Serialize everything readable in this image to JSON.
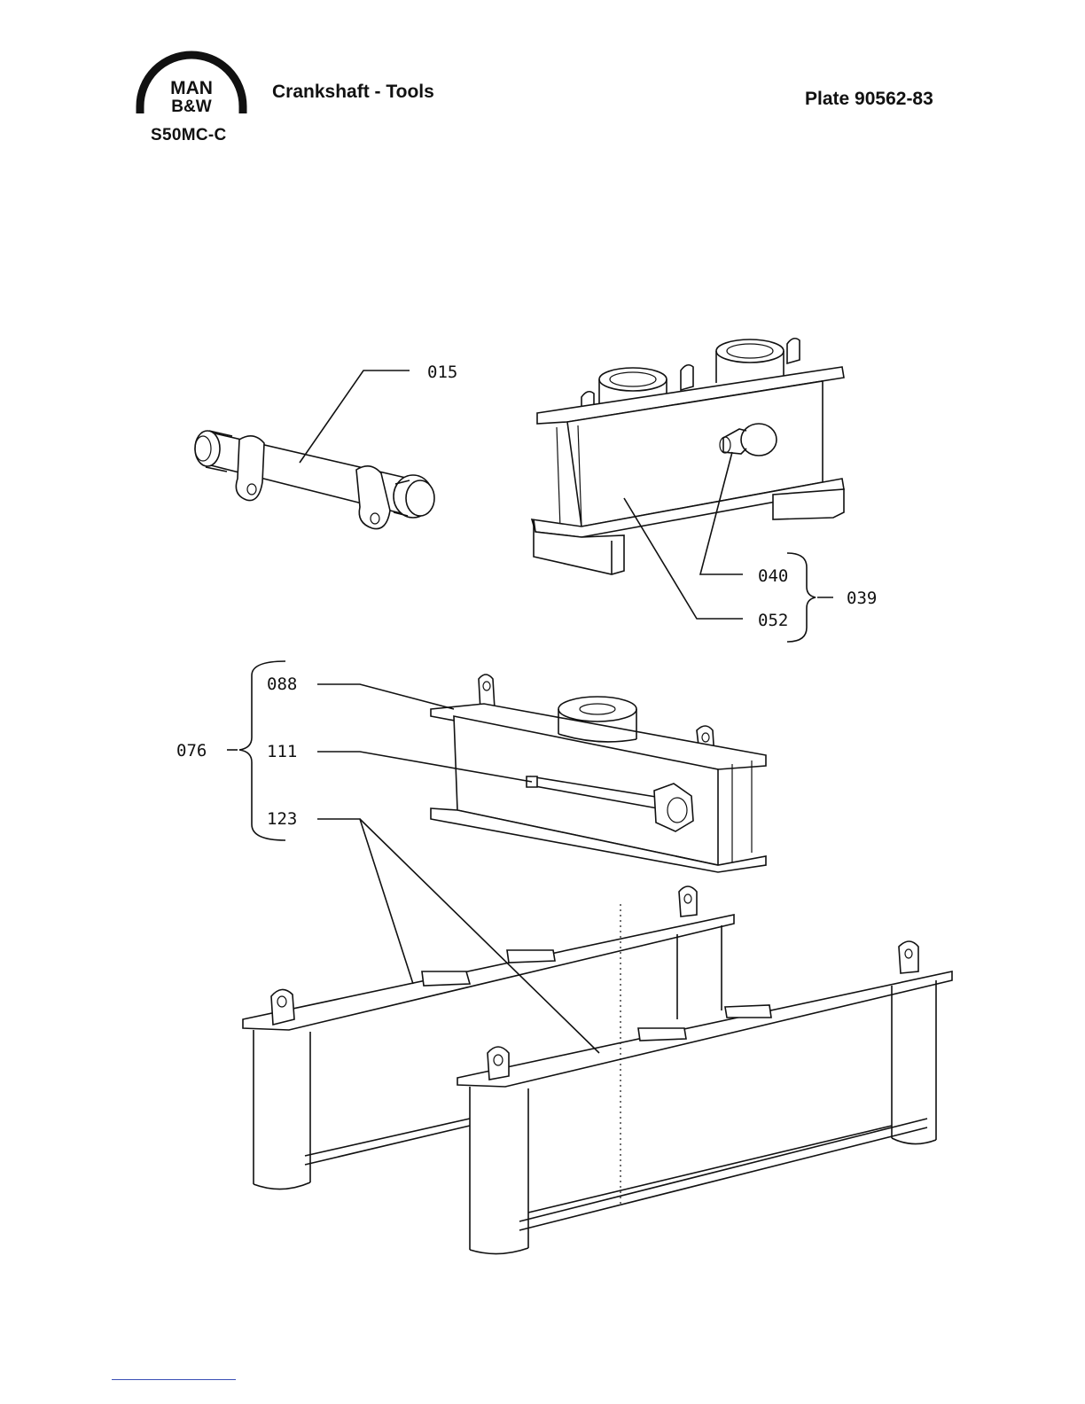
{
  "header": {
    "logo_line1": "MAN",
    "logo_line2": "B&W",
    "model": "S50MC-C",
    "title": "Crankshaft - Tools",
    "plate_label": "Plate",
    "plate_number": "90562-83"
  },
  "diagram": {
    "part_labels": {
      "p015": "015",
      "p040": "040",
      "p052": "052",
      "p039": "039",
      "p088": "088",
      "p111": "111",
      "p123": "123",
      "p076": "076"
    }
  }
}
